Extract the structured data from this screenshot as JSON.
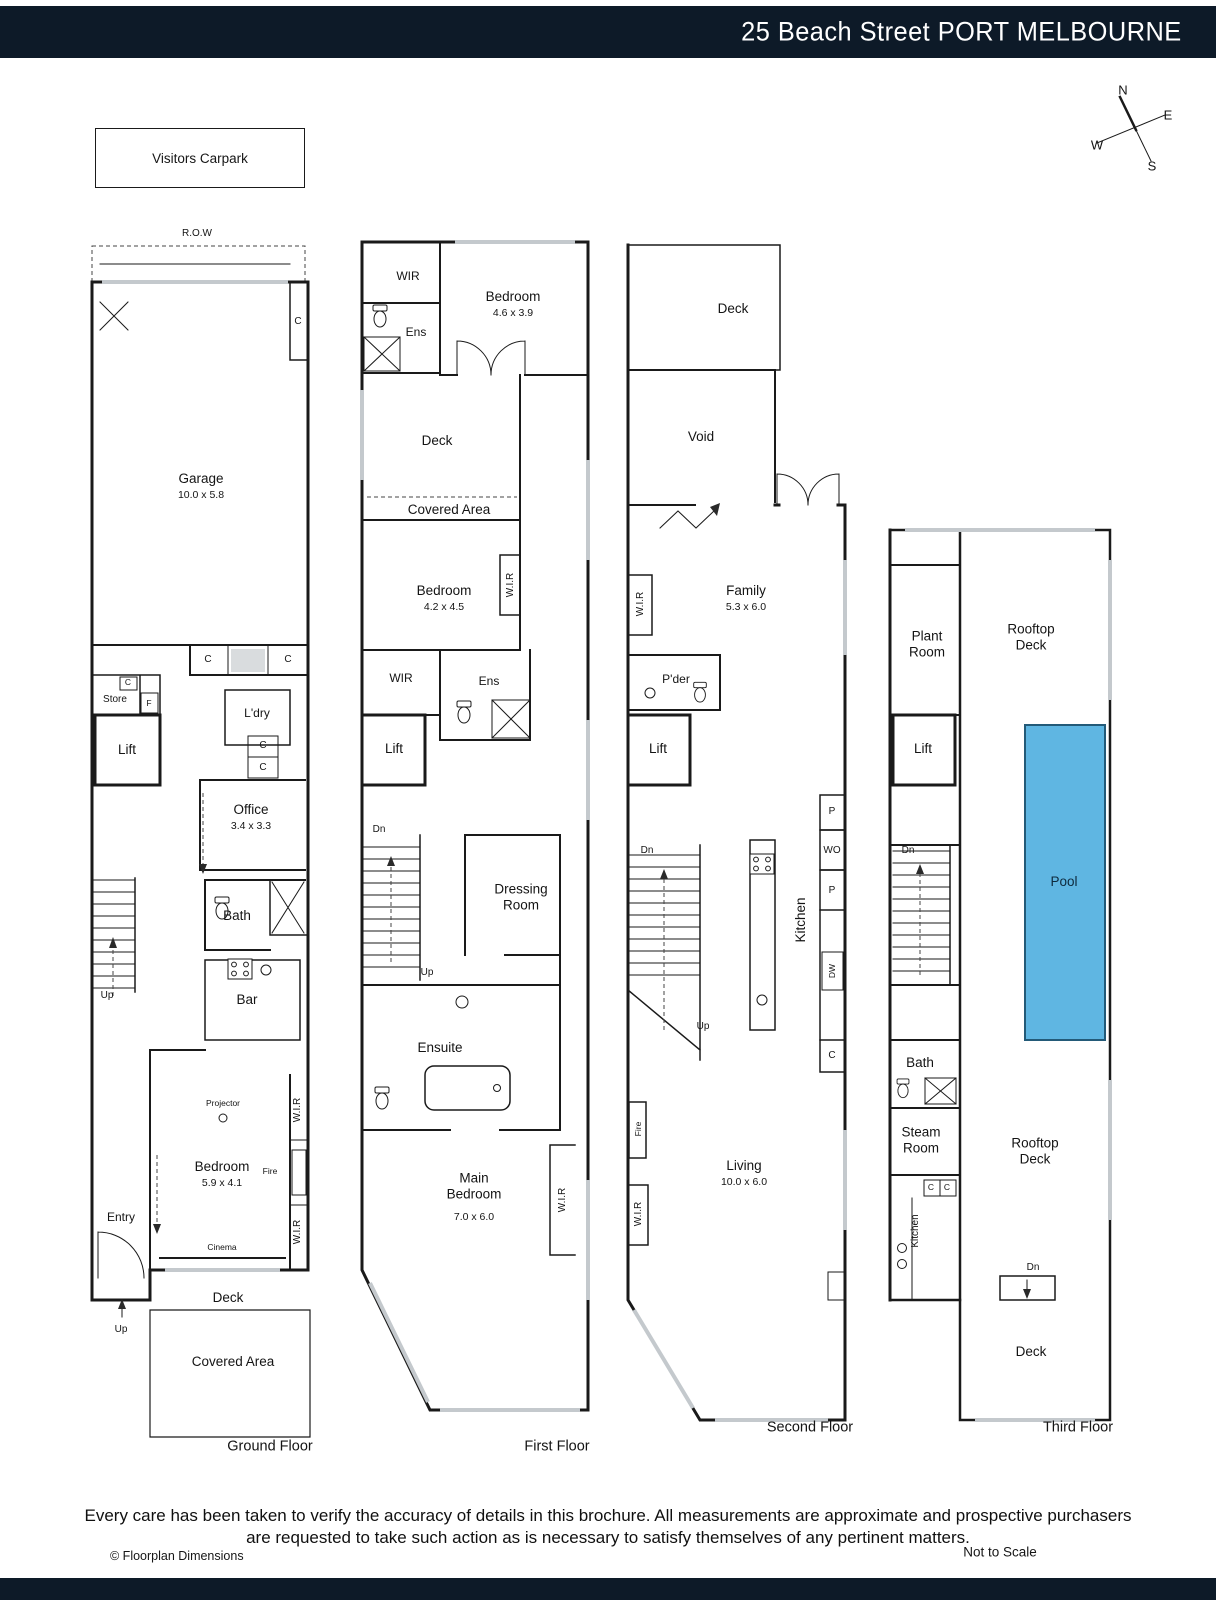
{
  "header": {
    "title": "25 Beach Street PORT MELBOURNE"
  },
  "compass": {
    "n": "N",
    "e": "E",
    "s": "S",
    "w": "W"
  },
  "site": {
    "visitors_carpark": "Visitors Carpark"
  },
  "floors": {
    "ground": {
      "name": "Ground Floor",
      "labels": {
        "row": "R.O.W",
        "c_top": "C",
        "garage": "Garage",
        "garage_dim": "10.0 x 5.8",
        "c_row_left": "C",
        "c_row_right": "C",
        "c_store": "C",
        "store": "Store",
        "fridge": "F",
        "laundry": "L'dry",
        "lift": "Lift",
        "c_hall_top": "C",
        "c_hall_bottom": "C",
        "office": "Office",
        "office_dim": "3.4 x 3.3",
        "bath": "Bath",
        "up_stairs": "Up",
        "bar": "Bar",
        "projector": "Projector",
        "bedroom": "Bedroom",
        "bedroom_dim": "5.9 x 4.1",
        "fire": "Fire",
        "wir_upper": "W.I.R",
        "wir_lower": "W.I.R",
        "entry": "Entry",
        "cinema": "Cinema",
        "deck": "Deck",
        "up_deck": "Up",
        "covered_area": "Covered Area"
      }
    },
    "first": {
      "name": "First Floor",
      "labels": {
        "wir_rear": "WIR",
        "ens_rear": "Ens",
        "bedroom_rear": "Bedroom",
        "bedroom_rear_dim": "4.6 x 3.9",
        "deck": "Deck",
        "covered_area": "Covered Area",
        "bedroom_mid": "Bedroom",
        "bedroom_mid_dim": "4.2 x 4.5",
        "wir_side": "W.I.R",
        "wir_mid": "WIR",
        "ens_mid": "Ens",
        "lift": "Lift",
        "dn": "Dn",
        "dressing_room": "Dressing Room",
        "up": "Up",
        "ensuite": "Ensuite",
        "main_bedroom": "Main Bedroom",
        "main_bedroom_dim": "7.0 x 6.0",
        "wir_main": "W.I.R"
      }
    },
    "second": {
      "name": "Second Floor",
      "labels": {
        "deck": "Deck",
        "void": "Void",
        "family": "Family",
        "family_dim": "5.3 x 6.0",
        "wir_family": "W.I.R",
        "powder": "P'der",
        "lift": "Lift",
        "pantry_top": "P",
        "wall_oven": "WO",
        "pantry_bottom": "P",
        "kitchen": "Kitchen",
        "dishwasher": "DW",
        "dn": "Dn",
        "up": "Up",
        "cupboard": "C",
        "fire": "Fire",
        "living": "Living",
        "living_dim": "10.0 x 6.0",
        "wir_living": "W.I.R"
      }
    },
    "third": {
      "name": "Third Floor",
      "labels": {
        "plant_room": "Plant Room",
        "rooftop_deck_top": "Rooftop Deck",
        "lift": "Lift",
        "dn_stairs": "Dn",
        "pool": "Pool",
        "bath": "Bath",
        "steam_room": "Steam Room",
        "kitchen": "Kitchen",
        "c_left": "C",
        "c_right": "C",
        "rooftop_deck_low": "Rooftop Deck",
        "dn_deck": "Dn",
        "deck": "Deck"
      }
    }
  },
  "footer": {
    "disclaimer_line1": "Every care has been taken to verify the accuracy of details in this brochure. All measurements are approximate and prospective purchasers",
    "disclaimer_line2": "are requested to take such action as is necessary to satisfy themselves of any pertinent matters.",
    "copyright": "© Floorplan Dimensions",
    "scale": "Not to Scale"
  },
  "colors": {
    "bar": "#0d1a28",
    "wall": "#1a1a1a",
    "pool": "#5fb6e2",
    "window": "#c4c9cd"
  }
}
